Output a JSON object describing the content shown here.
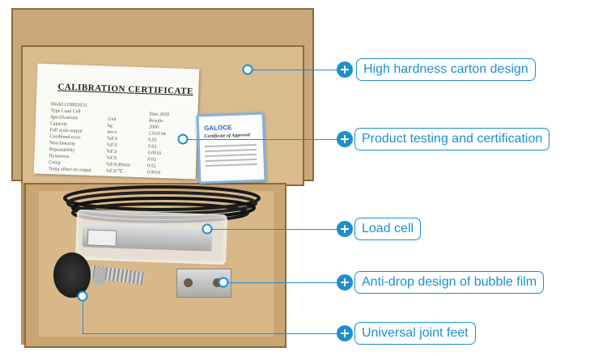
{
  "certificate": {
    "title": "CALIBRATION CERTIFICATE",
    "lines": [
      [
        "Model GSB020/21",
        "",
        ""
      ],
      [
        "Type Load Cell",
        "",
        "Date 2020"
      ],
      [
        "Specifications",
        "Unit",
        "Results"
      ],
      [
        "Capacity",
        "kg",
        "2000"
      ],
      [
        "Full scale output",
        "mv/v",
        "2.0±0.04"
      ],
      [
        "Combined error",
        "%F.S",
        "0.02"
      ],
      [
        "Non-linearity",
        "%F.S",
        "0.02"
      ],
      [
        "Repeatability",
        "%F.S",
        "0.0016"
      ],
      [
        "Hysteresis",
        "%F.S",
        "0.02"
      ],
      [
        "Creep",
        "%F.S/30min",
        "0.02"
      ],
      [
        "Temp effect on output",
        "%F.S/℃",
        "0.0016"
      ]
    ]
  },
  "approval_card": {
    "logo": "GALOCE",
    "title": "Certificate of Approval"
  },
  "callouts": [
    {
      "id": "carton",
      "text": "High hardness carton design"
    },
    {
      "id": "certification",
      "text": "Product testing and certification"
    },
    {
      "id": "load-cell",
      "text": "Load cell"
    },
    {
      "id": "bubble-film",
      "text": "Anti-drop design of bubble film"
    },
    {
      "id": "joint-feet",
      "text": "Universal joint feet"
    }
  ],
  "colors": {
    "accent": "#1d8fcf",
    "carton": "#c8a87a"
  }
}
